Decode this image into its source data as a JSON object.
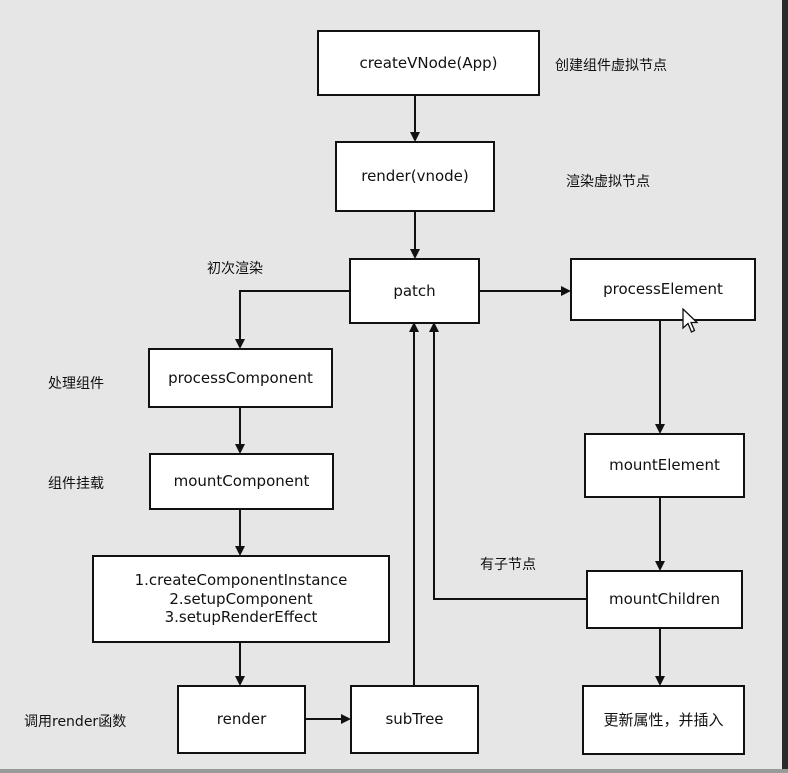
{
  "nodes": {
    "create_vnode": "createVNode(App)",
    "render_vnode": "render(vnode)",
    "patch": "patch",
    "process_element": "processElement",
    "process_component": "processComponent",
    "mount_component": "mountComponent",
    "mount_element": "mountElement",
    "steps": [
      "1.createComponentInstance",
      "2.setupComponent",
      "3.setupRenderEffect"
    ],
    "mount_children": "mountChildren",
    "render": "render",
    "subtree": "subTree",
    "update_props": "更新属性，并插入"
  },
  "notes": {
    "create_component_vnode": "创建组件虚拟节点",
    "render_vnode": "渲染虚拟节点",
    "initial_render": "初次渲染",
    "handle_component": "处理组件",
    "component_mount": "组件挂载",
    "has_children": "有子节点",
    "call_render": "调用render函数"
  },
  "colors": {
    "background": "#e6e6e6",
    "box_fill": "#ffffff",
    "stroke": "#111111"
  }
}
